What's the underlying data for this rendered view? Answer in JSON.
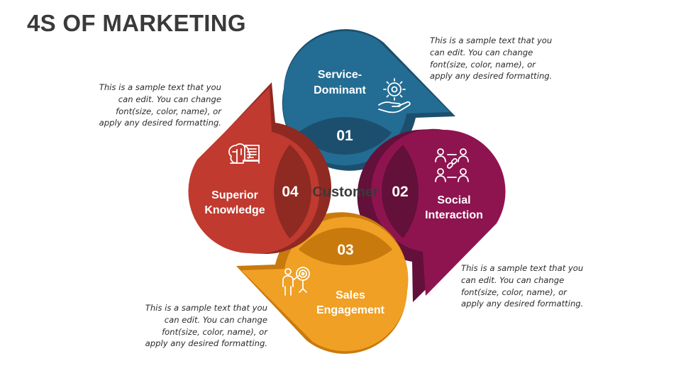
{
  "title": "4S OF MARKETING",
  "center_label": "Customer",
  "items": [
    {
      "number": "01",
      "label_line1": "Service-",
      "label_line2": "Dominant",
      "icon": "gear-hand-icon",
      "color": "#236d94",
      "color_dark": "#1c4f6e",
      "text": "This is a sample text that you\ncan edit. You can change\nfont(size, color, name), or\napply any desired formatting."
    },
    {
      "number": "02",
      "label_line1": "Social",
      "label_line2": "Interaction",
      "icon": "people-link-icon",
      "color": "#8e1450",
      "color_dark": "#63103a",
      "text": "This is a sample text that you\ncan edit. You can change\nfont(size, color, name), or\napply any desired formatting."
    },
    {
      "number": "03",
      "label_line1": "Sales",
      "label_line2": "Engagement",
      "icon": "target-person-icon",
      "color": "#f0a024",
      "color_dark": "#c97a0d",
      "text": "This is a sample text that you\ncan edit. You can change\nfont(size, color, name), or\napply any desired formatting."
    },
    {
      "number": "04",
      "label_line1": "Superior",
      "label_line2": "Knowledge",
      "icon": "brain-book-icon",
      "color": "#c03a2f",
      "color_dark": "#8e2a22",
      "text": "This is a sample text that you\ncan edit. You can change\nfont(size, color, name), or\napply any desired formatting."
    }
  ]
}
